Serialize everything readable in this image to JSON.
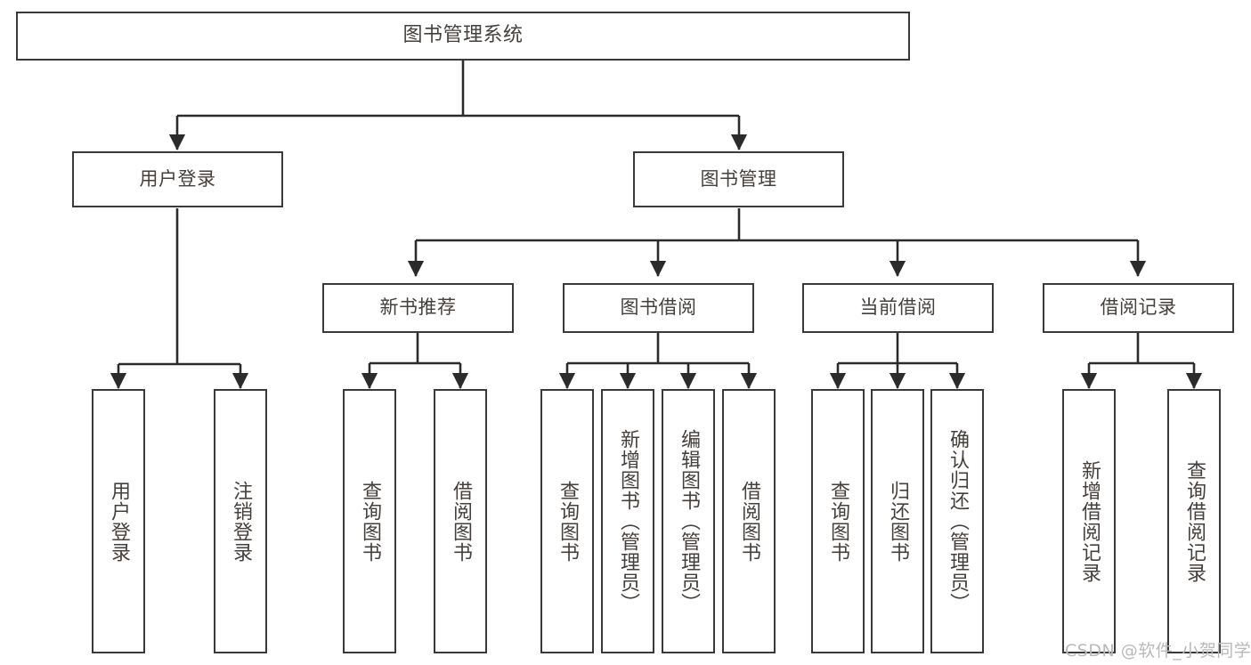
{
  "diagram": {
    "title": "图书管理系统",
    "watermark": "CSDN @软件_小贺同学",
    "colors": {
      "box_border": "#3a3a3a",
      "box_fill": "#ffffff",
      "text": "#46403c",
      "edge": "#2b2b2b",
      "watermark": "#b9b9b9",
      "background": "#ffffff"
    },
    "nodes": {
      "root": {
        "label": "图书管理系统"
      },
      "level2": [
        {
          "label": "用户登录"
        },
        {
          "label": "图书管理"
        }
      ],
      "level3": [
        {
          "label": "新书推荐"
        },
        {
          "label": "图书借阅"
        },
        {
          "label": "当前借阅"
        },
        {
          "label": "借阅记录"
        }
      ],
      "leaves": {
        "user_login": [
          {
            "label": "用户登录"
          },
          {
            "label": "注销登录"
          }
        ],
        "new_book": [
          {
            "label": "查询图书"
          },
          {
            "label": "借阅图书"
          }
        ],
        "book_borrow": [
          {
            "label": "查询图书"
          },
          {
            "label": "新增图书（管理员）"
          },
          {
            "label": "编辑图书（管理员）"
          },
          {
            "label": "借阅图书"
          }
        ],
        "current_borrow": [
          {
            "label": "查询图书"
          },
          {
            "label": "归还图书"
          },
          {
            "label": "确认归还（管理员）"
          }
        ],
        "borrow_record": [
          {
            "label": "新增借阅记录"
          },
          {
            "label": "查询借阅记录"
          }
        ]
      }
    }
  }
}
